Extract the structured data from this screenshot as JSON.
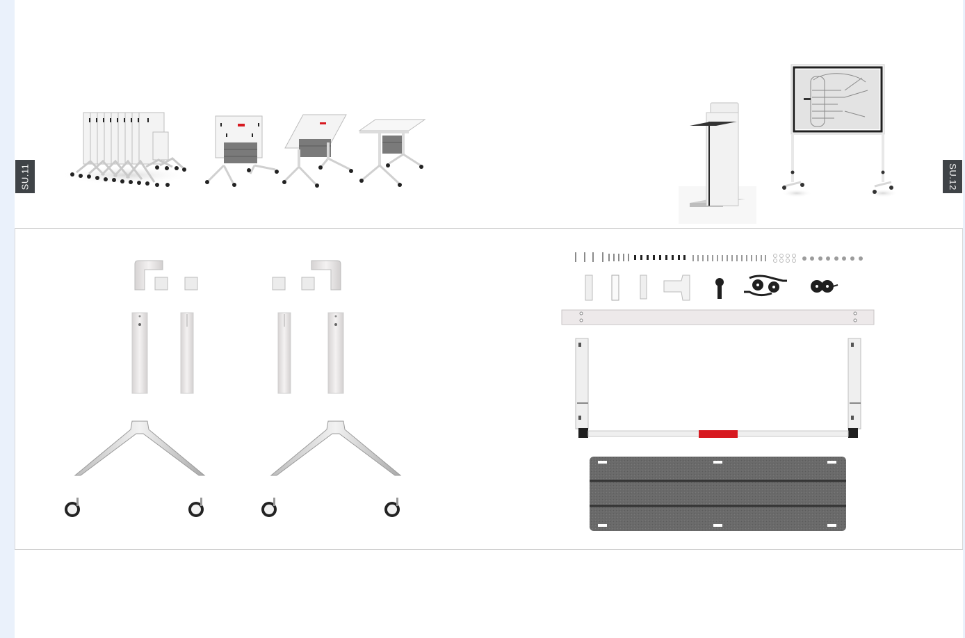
{
  "page_tabs": {
    "left": "SU.11",
    "right": "SU.12"
  },
  "colors": {
    "background": "#ffffff",
    "margin_strip": "#eaf1fb",
    "tab_bg": "#3f4347",
    "metal": "#e9e6e6",
    "steel": "#9c9c9c",
    "accent_red": "#d71920",
    "felt_panel": "#666666"
  },
  "illustrations": [
    "stacked-folding-tables",
    "folding-table-flipped",
    "folding-table-tilted",
    "folding-table-open",
    "lectern-podium",
    "mobile-whiteboard-screen",
    "table-leg-kit-left",
    "table-leg-kit-right",
    "hardware-fasteners",
    "frame-beam",
    "modesty-panel"
  ]
}
